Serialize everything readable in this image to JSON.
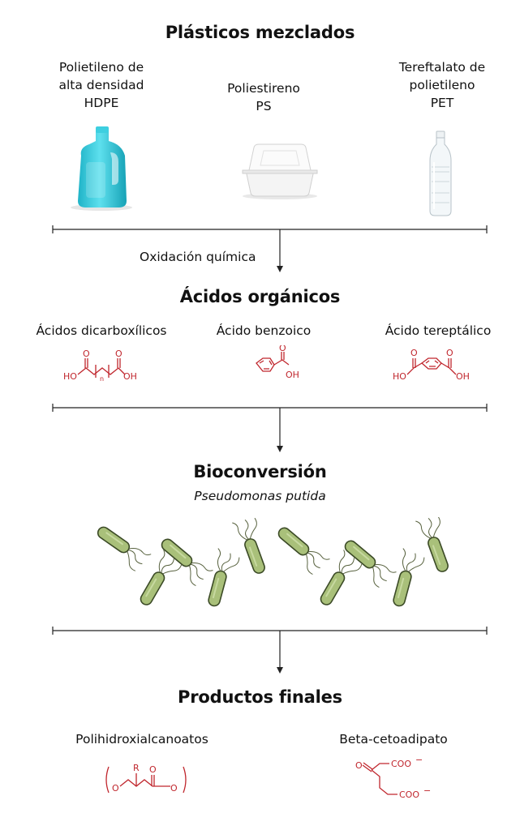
{
  "sections": {
    "plastics": {
      "title": "Plásticos mezclados",
      "items": [
        {
          "lines": [
            "Polietileno de",
            "alta densidad",
            "HDPE"
          ],
          "icon": "hdpe-bottle-icon"
        },
        {
          "lines": [
            "Poliestireno",
            "PS"
          ],
          "icon": "foam-container-icon"
        },
        {
          "lines": [
            "Tereftalato de",
            "polietileno",
            "PET"
          ],
          "icon": "pet-bottle-icon"
        }
      ]
    },
    "step1": {
      "label": "Oxidación química"
    },
    "acids": {
      "title": "Ácidos orgánicos",
      "items": [
        {
          "label": "Ácidos dicarboxílicos"
        },
        {
          "label": "Ácido benzoico"
        },
        {
          "label": "Ácido tereptálico"
        }
      ]
    },
    "bio": {
      "title": "Bioconversión",
      "organism": "Pseudomonas putida"
    },
    "products": {
      "title": "Productos finales",
      "items": [
        {
          "label": "Polihidroxialcanoatos"
        },
        {
          "label": "Beta-cetoadipato"
        }
      ]
    }
  },
  "chem_text": {
    "ho": "HO",
    "oh": "OH",
    "o": "O",
    "n": "n",
    "r": "R",
    "coo": "COO",
    "minus": "−"
  },
  "colors": {
    "chem": "#c0262d",
    "bacteria": "#a9c07a",
    "hdpe": "#2ec4d6"
  }
}
